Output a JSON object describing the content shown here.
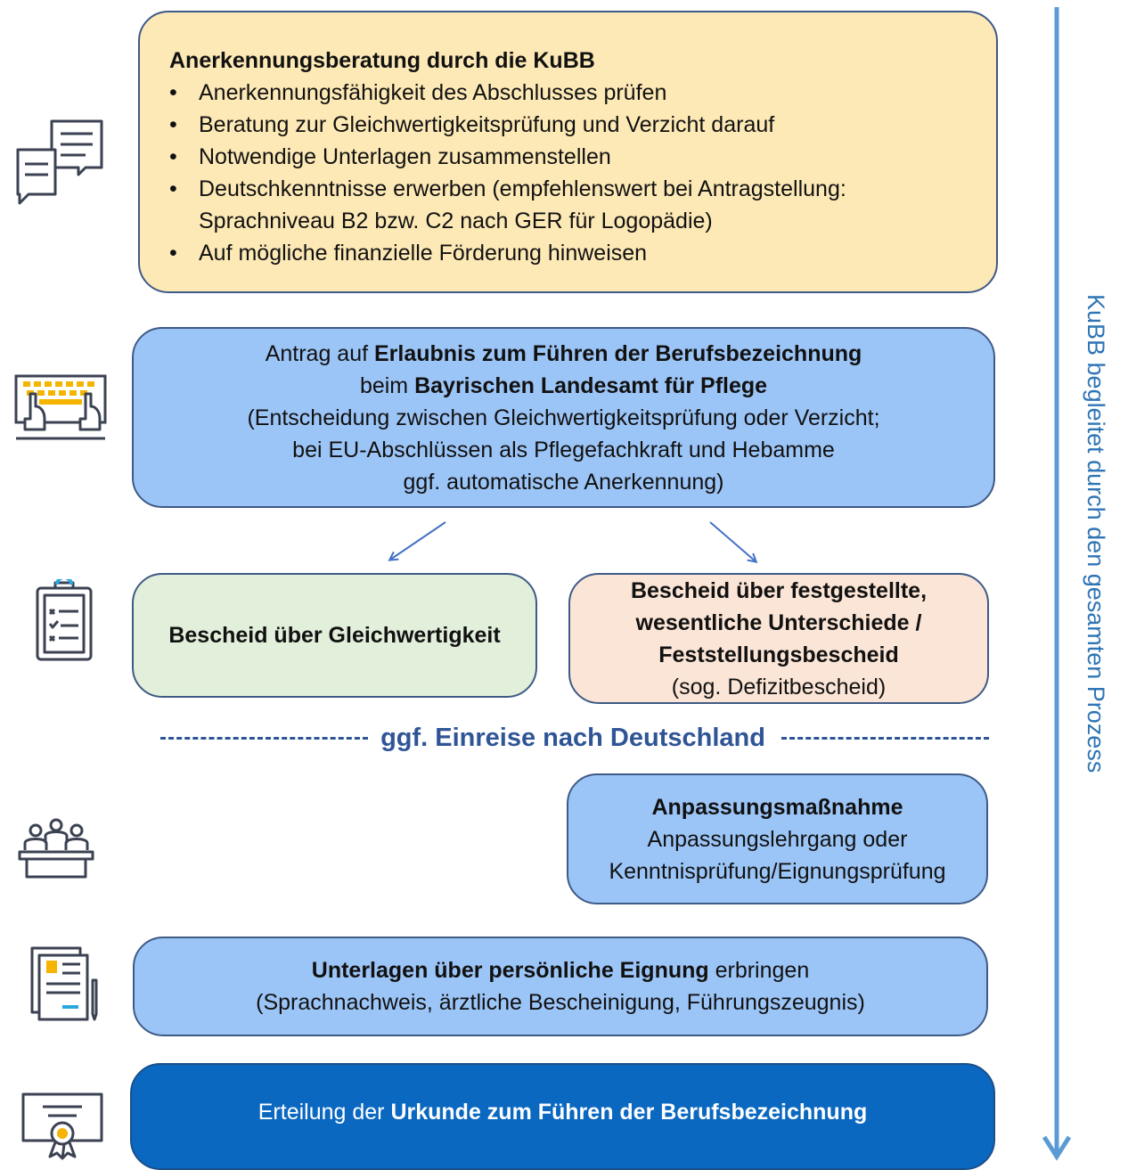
{
  "step1": {
    "title": "Anerkennungsberatung durch die KuBB",
    "bullets": [
      [
        "Anerkennungsfähigkeit des Abschlusses prüfen"
      ],
      [
        "Beratung zur Gleichwertigkeitsprüfung und Verzicht darauf"
      ],
      [
        "Notwendige Unterlagen zusammenstellen"
      ],
      [
        "Deutschkenntnisse erwerben (empfehlenswert bei Antragstellung:",
        "Sprachniveau B2 bzw. C2 nach GER für Logopädie)"
      ],
      [
        "Auf mögliche finanzielle Förderung hinweisen"
      ]
    ],
    "color": "#fde9b6"
  },
  "step2": {
    "l1a": "Antrag auf ",
    "l1b": "Erlaubnis zum Führen der Berufsbezeichnung",
    "l2a": "beim ",
    "l2b": "Bayrischen Landesamt für Pflege",
    "l3": "(Entscheidung zwischen Gleichwertigkeitsprüfung oder Verzicht;",
    "l4": "bei EU-Abschlüssen als Pflegefachkraft und Hebamme",
    "l5": "ggf. automatische Anerkennung)",
    "color": "#9cc5f7"
  },
  "step3a": {
    "text": "Bescheid über Gleichwertigkeit",
    "color": "#e2efda"
  },
  "step3b": {
    "l1": "Bescheid über festgestellte,",
    "l2": "wesentliche Unterschiede /",
    "l3": "Feststellungsbescheid",
    "l4": "(sog. Defizitbescheid)",
    "color": "#fbe5d6"
  },
  "divider": {
    "text": "ggf. Einreise nach Deutschland",
    "color": "#2f5597"
  },
  "step4": {
    "l1": "Anpassungsmaßnahme",
    "l2": "Anpassungslehrgang oder",
    "l3": "Kenntnisprüfung/Eignungsprüfung",
    "color": "#9cc5f7"
  },
  "step5": {
    "l1a": "Unterlagen über persönliche Eignung",
    "l1b": " erbringen",
    "l2": "(Sprachnachweis, ärztliche Bescheinigung, Führungszeugnis)",
    "color": "#9cc5f7"
  },
  "step6": {
    "a": "Erteilung der ",
    "b": "Urkunde zum Führen der Berufsbezeichnung",
    "color": "#0b68c0"
  },
  "side_label": "KuBB begleitet durch den gesamten Prozess",
  "icons": [
    "chat-bubbles-icon",
    "keyboard-typing-icon",
    "clipboard-checklist-icon",
    "meeting-group-icon",
    "documents-pen-icon",
    "certificate-icon"
  ]
}
